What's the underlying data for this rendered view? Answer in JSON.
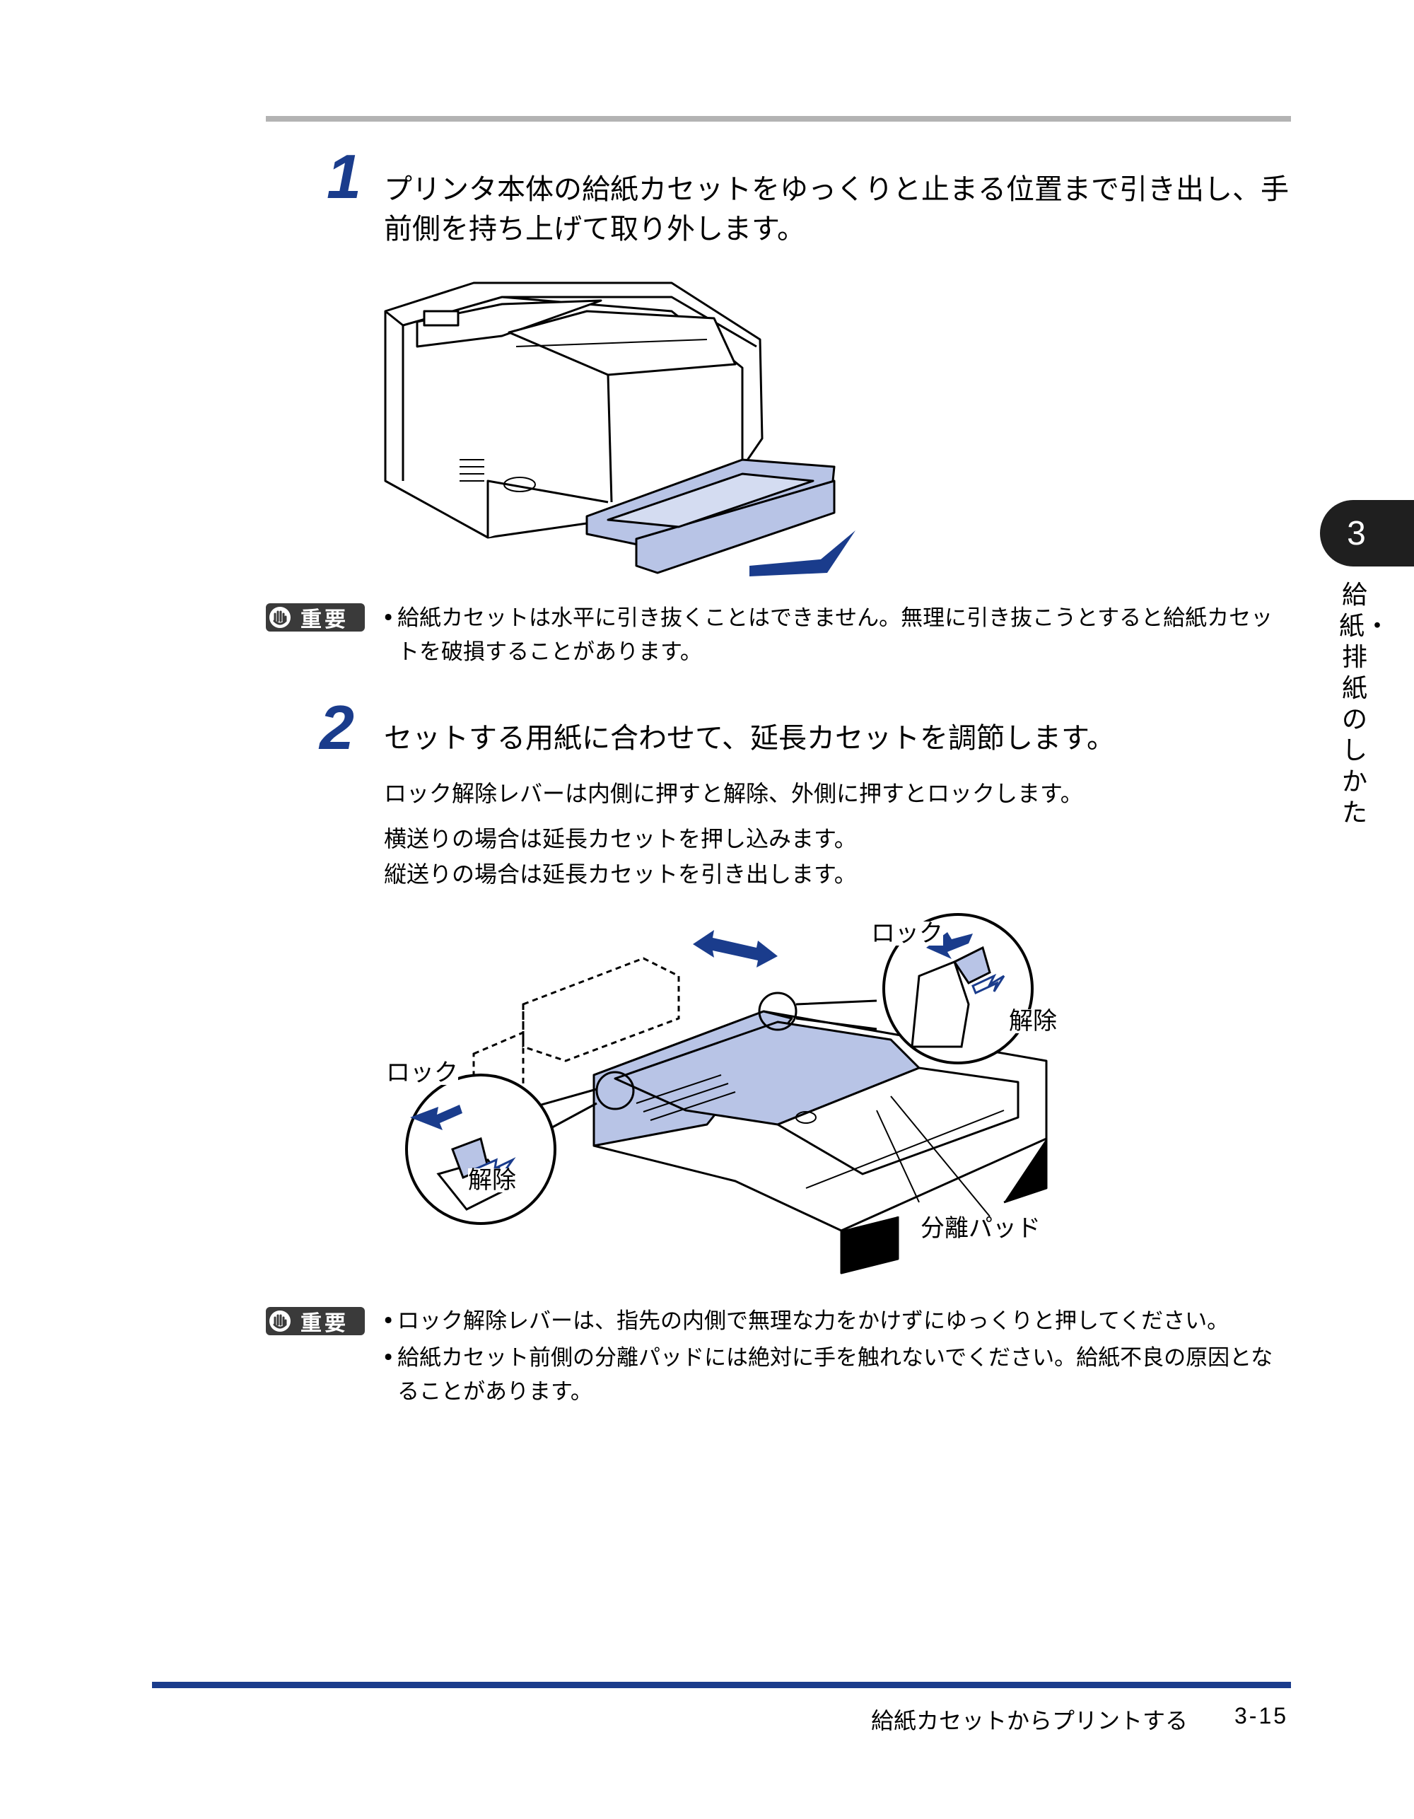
{
  "step1": {
    "number": "1",
    "line1": "プリンタ本体の給紙カセットをゆっくりと止まる位置まで引き出し、手",
    "line2": "前側を持ち上げて取り外します。"
  },
  "note1": {
    "badge": "重要",
    "line1": "給紙カセットは水平に引き抜くことはできません。無理に引き抜こうとすると給紙カセッ",
    "line2": "トを破損することがあります。"
  },
  "step2": {
    "number": "2",
    "title": "セットする用紙に合わせて、延長カセットを調節します。",
    "para1": "ロック解除レバーは内側に押すと解除、外側に押すとロックします。",
    "para2": "横送りの場合は延長カセットを押し込みます。",
    "para3": "縦送りの場合は延長カセットを引き出します。"
  },
  "illustration2": {
    "lock_right": "ロック",
    "release_right": "解除",
    "lock_left": "ロック",
    "release_left": "解除",
    "separation_pad": "分離パッド"
  },
  "note2": {
    "badge": "重要",
    "bullet1": "ロック解除レバーは、指先の内側で無理な力をかけずにゆっくりと押してください。",
    "bullet2_line1": "給紙カセット前側の分離パッドには絶対に手を触れないでください。給紙不良の原因とな",
    "bullet2_line2": "ることがあります。"
  },
  "side_tab": {
    "chapter": "3",
    "title": "給紙・排紙のしかた"
  },
  "footer": {
    "title": "給紙カセットからプリントする",
    "page": "3-15"
  },
  "colors": {
    "accent_blue": "#1a3c8c",
    "tray_blue": "#b8c4e6",
    "rule_gray": "#b3b3b3",
    "tab_dark": "#1f1f1f"
  }
}
